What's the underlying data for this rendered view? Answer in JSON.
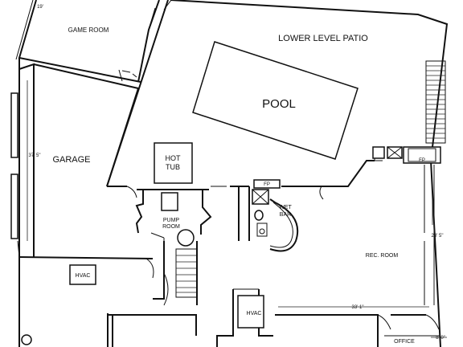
{
  "rooms": {
    "game_room": "GAME ROOM",
    "lower_level_patio": "LOWER LEVEL PATIO",
    "pool": "POOL",
    "garage": "GARAGE",
    "hot_tub_line1": "HOT",
    "hot_tub_line2": "TUB",
    "pump_room_line1": "PUMP",
    "pump_room_line2": "ROOM",
    "wet_bar_line1": "WET",
    "wet_bar_line2": "BAR",
    "rec_room": "REC. ROOM",
    "hvac_garage": "HVAC",
    "hvac_center": "HVAC",
    "office": "OFFICE",
    "fp_bar": "FP",
    "fp_right": "FP"
  },
  "dimensions": {
    "game_room_top": "19'",
    "garage_depth": "37' 5\"",
    "rec_room_depth": "28' 5\"",
    "rec_room_width": "33' 1\"",
    "office_width": "8' 0\""
  }
}
